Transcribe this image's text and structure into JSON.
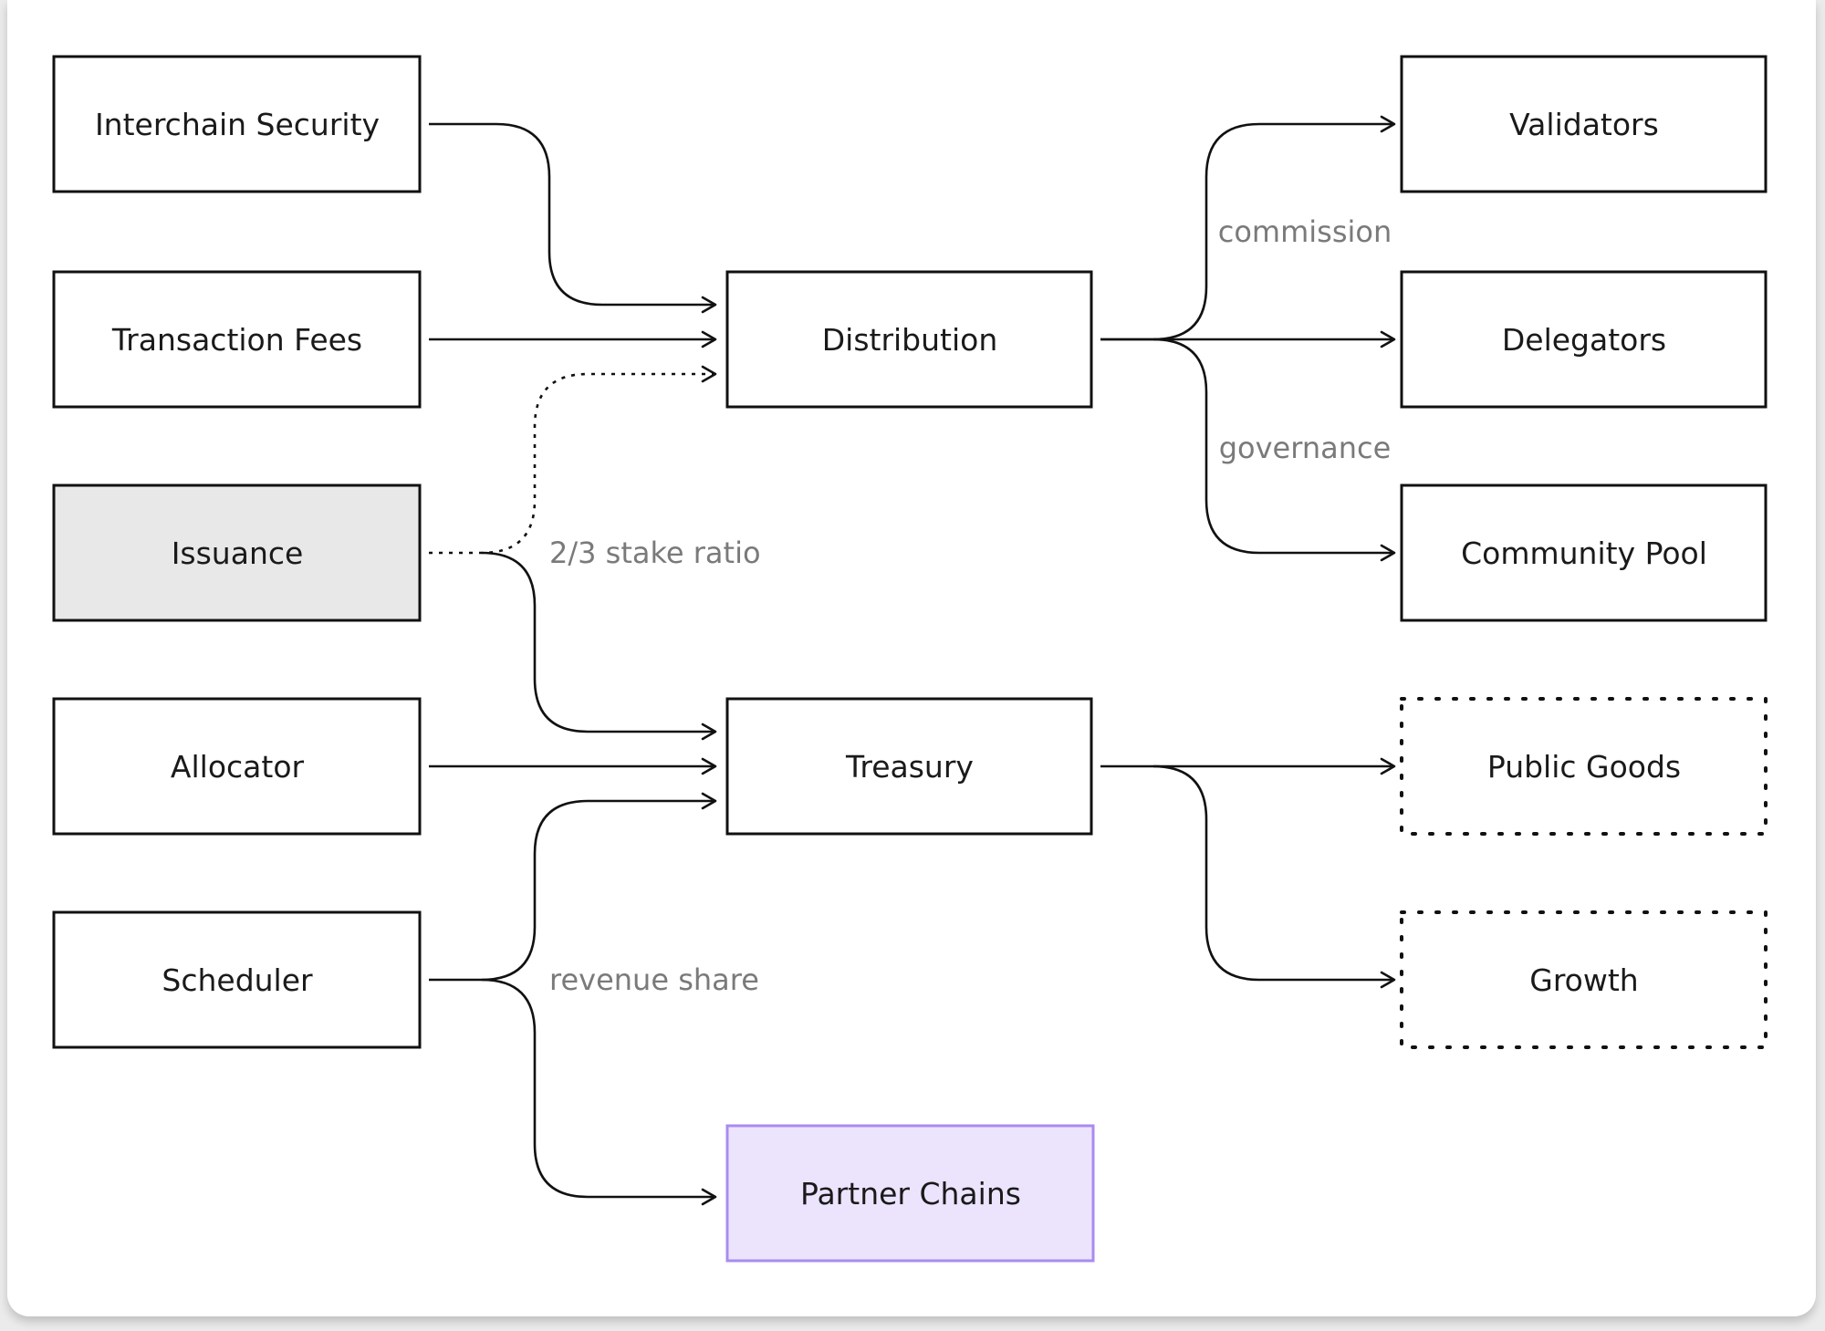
{
  "colors": {
    "stroke": "#111111",
    "box_fill": "#ffffff",
    "issuance_fill": "#e8e8e8",
    "partner_fill": "#ece4fd",
    "partner_stroke": "#a98bf0",
    "edge_label": "#7a7a7a"
  },
  "nodes": {
    "interchain_security": "Interchain Security",
    "transaction_fees": "Transaction Fees",
    "issuance": "Issuance",
    "allocator": "Allocator",
    "scheduler": "Scheduler",
    "distribution": "Distribution",
    "treasury": "Treasury",
    "partner_chains": "Partner Chains",
    "validators": "Validators",
    "delegators": "Delegators",
    "community_pool": "Community Pool",
    "public_goods": "Public Goods",
    "growth": "Growth"
  },
  "edge_labels": {
    "commission": "commission",
    "governance": "governance",
    "stake_ratio": "2/3 stake ratio",
    "revenue_share": "revenue share"
  },
  "edges": [
    {
      "from": "Interchain Security",
      "to": "Distribution",
      "style": "solid"
    },
    {
      "from": "Transaction Fees",
      "to": "Distribution",
      "style": "solid"
    },
    {
      "from": "Issuance",
      "to": "Distribution",
      "style": "dotted"
    },
    {
      "from": "Issuance",
      "to": "Treasury",
      "style": "solid"
    },
    {
      "from": "Allocator",
      "to": "Treasury",
      "style": "solid"
    },
    {
      "from": "Scheduler",
      "to": "Treasury",
      "style": "solid"
    },
    {
      "from": "Scheduler",
      "to": "Partner Chains",
      "style": "solid"
    },
    {
      "from": "Distribution",
      "to": "Validators",
      "style": "solid"
    },
    {
      "from": "Distribution",
      "to": "Delegators",
      "style": "solid"
    },
    {
      "from": "Distribution",
      "to": "Community Pool",
      "style": "solid"
    },
    {
      "from": "Treasury",
      "to": "Public Goods",
      "style": "solid"
    },
    {
      "from": "Treasury",
      "to": "Growth",
      "style": "solid"
    }
  ]
}
